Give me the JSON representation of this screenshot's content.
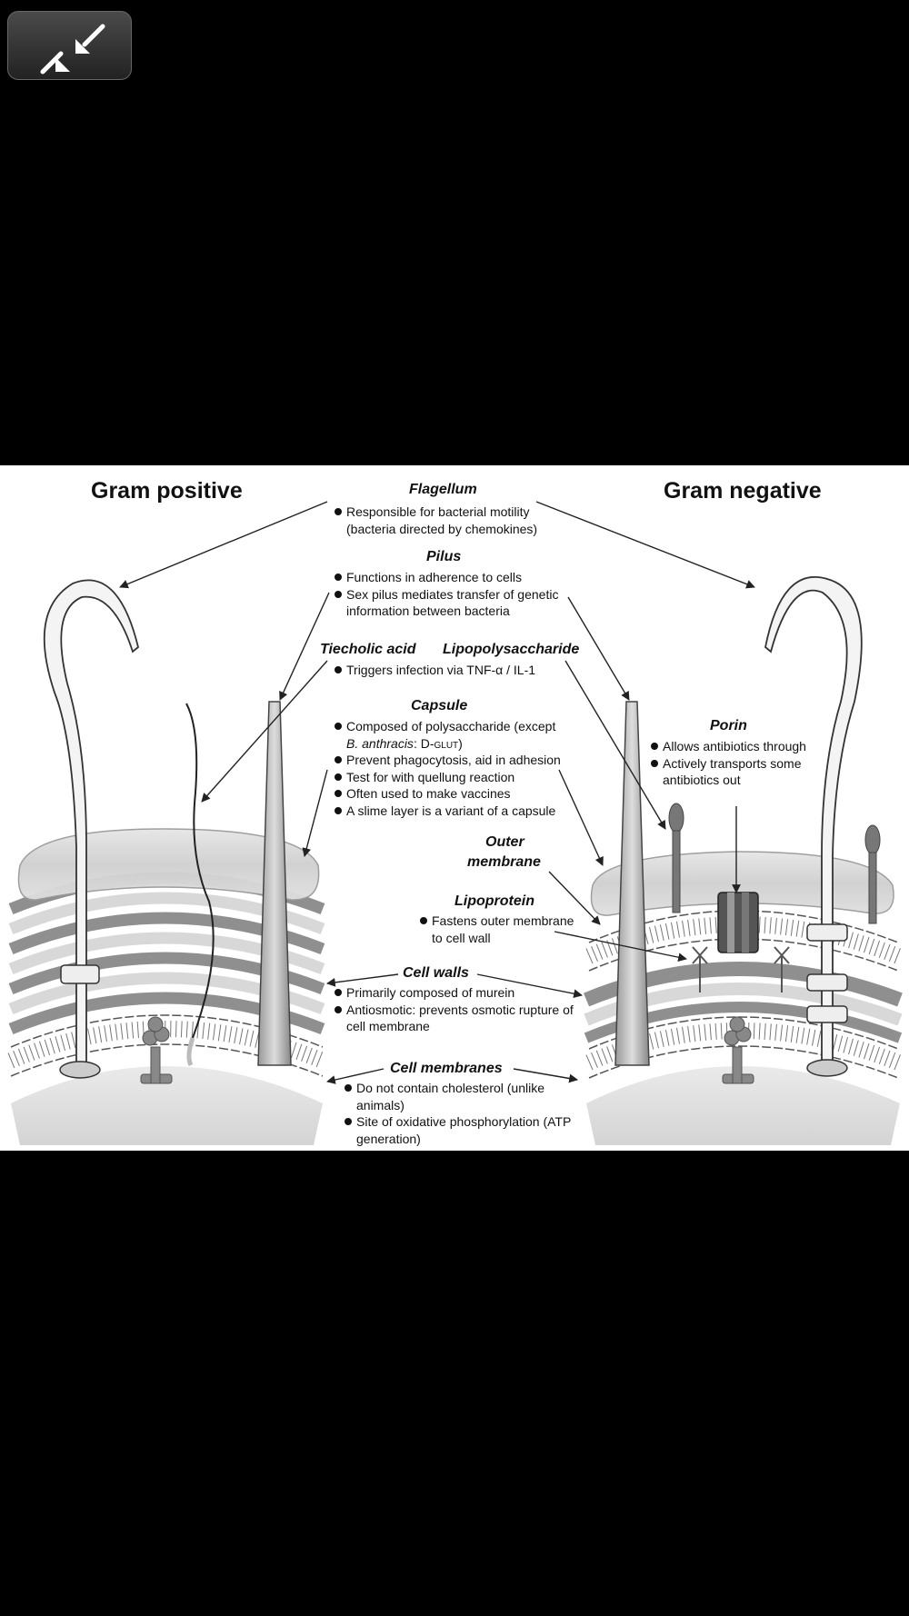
{
  "controls": {
    "exit_fullscreen_icon": "collapse-arrows-icon"
  },
  "figure": {
    "gram_positive": "Gram positive",
    "gram_negative": "Gram negative",
    "flagellum": {
      "title": "Flagellum",
      "bullets": [
        "Responsible for bacterial motility (bacteria directed by chemokines)"
      ]
    },
    "pilus": {
      "title": "Pilus",
      "bullets": [
        "Functions in adherence to cells",
        "Sex pilus mediates transfer of genetic information between bacteria"
      ]
    },
    "teichoic_acid": {
      "title": "Tiecholic acid"
    },
    "lipopolysaccharide": {
      "title": "Lipopolysaccharide",
      "bullets": [
        "Triggers infection via TNF-α / IL-1"
      ]
    },
    "capsule": {
      "title": "Capsule",
      "bullets": [
        "Composed of polysaccharide (except",
        "Prevent phagocytosis, aid in adhesion",
        "Test for with quellung reaction",
        "Often used to make vaccines",
        "A slime layer is a variant of a capsule"
      ],
      "bullet1_line2_italic": "B. anthracis",
      "bullet1_line2_rest": ": D-glut)"
    },
    "porin": {
      "title": "Porin",
      "bullets": [
        "Allows antibiotics through",
        "Actively transports some antibiotics out"
      ]
    },
    "outer_membrane": {
      "title_line1": "Outer",
      "title_line2": "membrane"
    },
    "lipoprotein": {
      "title": "Lipoprotein",
      "bullets": [
        "Fastens outer membrane to cell wall"
      ]
    },
    "cell_walls": {
      "title": "Cell walls",
      "bullets": [
        "Primarily composed of murein",
        "Antiosmotic: prevents osmotic rupture of cell membrane"
      ]
    },
    "cell_membranes": {
      "title": "Cell membranes",
      "bullets": [
        "Do not contain cholesterol (unlike animals)",
        "Site of oxidative phosphorylation (ATP generation)"
      ]
    }
  }
}
